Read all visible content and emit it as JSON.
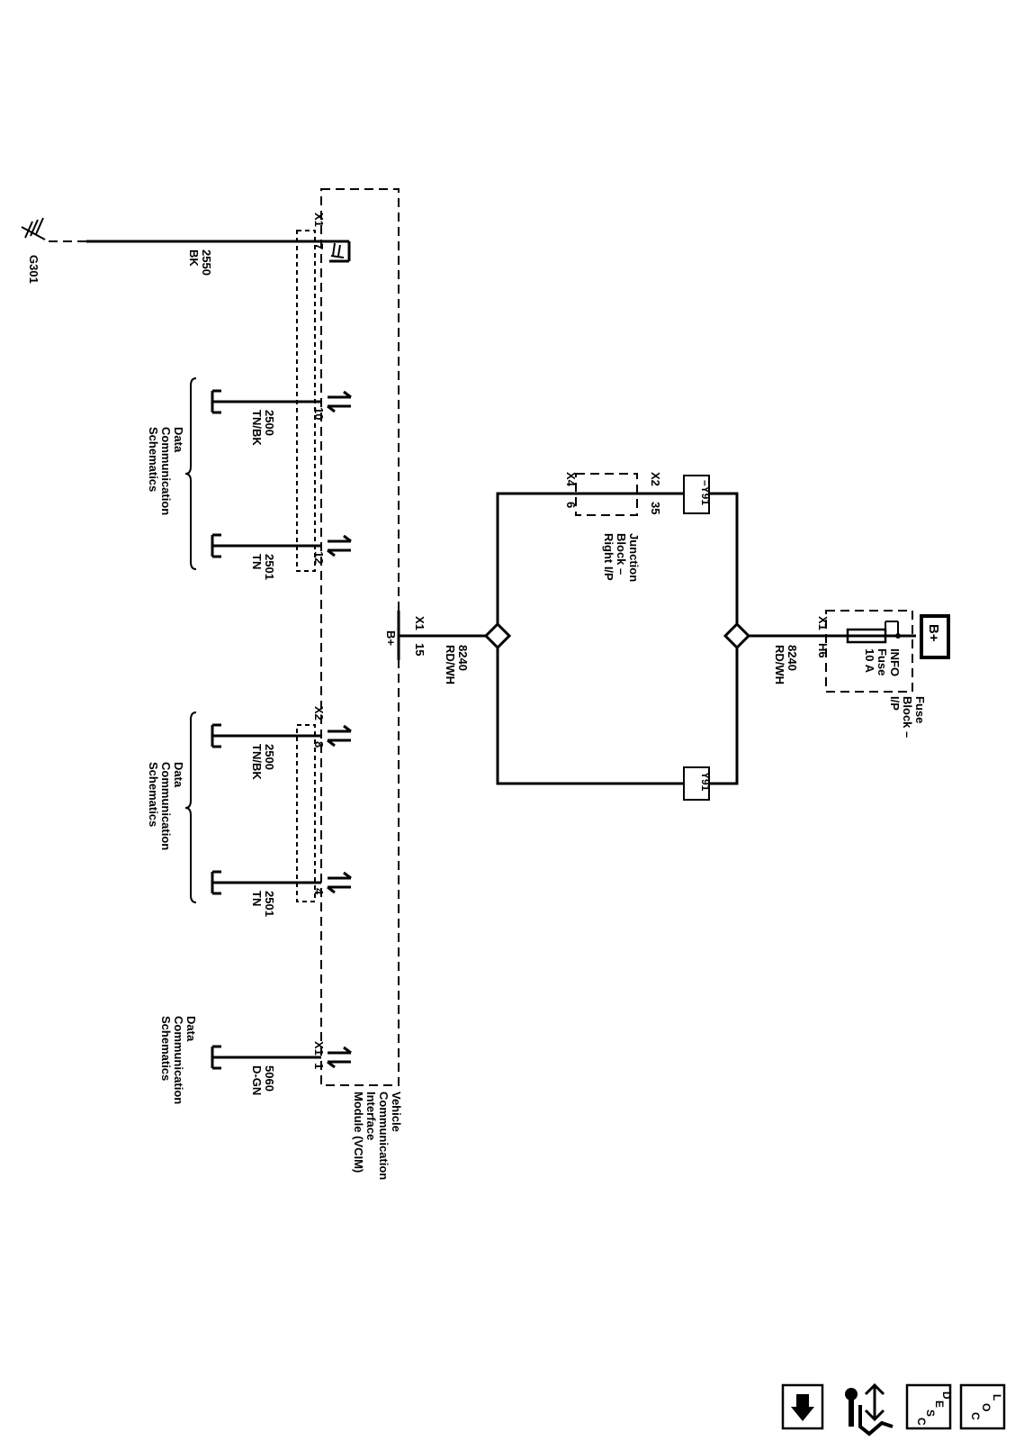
{
  "ground": {
    "name": "G301"
  },
  "module": {
    "name_lines": [
      "Vehicle",
      "Communication",
      "Interface",
      "Module (VCIM)"
    ]
  },
  "connectors": {
    "x1_top": "X1",
    "pin_7": "7",
    "pin_10": "10",
    "pin_12": "12",
    "x2_mid": "X2",
    "pin_8": "8",
    "pin_4": "4",
    "x1_bottom": "X1",
    "pin_1": "1",
    "x1_power": "X1",
    "pin_15": "15",
    "b_plus_label": "B+"
  },
  "wires": {
    "w_2550": {
      "circuit": "2550",
      "color": "BK"
    },
    "w_2500_a": {
      "circuit": "2500",
      "color": "TN/BK"
    },
    "w_2501_a": {
      "circuit": "2501",
      "color": "TN"
    },
    "w_2500_b": {
      "circuit": "2500",
      "color": "TN/BK"
    },
    "w_2501_b": {
      "circuit": "2501",
      "color": "TN"
    },
    "w_5060": {
      "circuit": "5060",
      "color": "D-GN"
    },
    "w_8240_a": {
      "circuit": "8240",
      "color": "RD/WH"
    },
    "w_8240_b": {
      "circuit": "8240",
      "color": "RD/WH"
    }
  },
  "references": {
    "data_comm_1": [
      "Data",
      "Communication",
      "Schematics"
    ],
    "data_comm_2": [
      "Data",
      "Communication",
      "Schematics"
    ],
    "data_comm_3": [
      "Data",
      "Communication",
      "Schematics"
    ]
  },
  "junction_block": {
    "name_lines": [
      "Junction",
      "Block –",
      "Right I/P"
    ],
    "x2": "X2",
    "pin_35": "35",
    "x4": "X4",
    "pin_6": "6"
  },
  "options": {
    "not_y91": "–Y91",
    "y91": "Y91"
  },
  "fuse_block": {
    "name_lines": [
      "Fuse",
      "Block –",
      "I/P"
    ],
    "x1": "X1",
    "pin_h6": "H6",
    "fuse_lines": [
      "INFO",
      "Fuse",
      "10 A"
    ],
    "b_plus": "B+"
  },
  "nav_icons": [
    {
      "icon": "arrow-down-icon"
    },
    {
      "icon": "connector-icon"
    },
    {
      "icon": "description-icon",
      "letters": [
        "D",
        "E",
        "S",
        "C"
      ]
    },
    {
      "icon": "location-icon",
      "letters": [
        "L",
        "O",
        "C"
      ]
    }
  ]
}
